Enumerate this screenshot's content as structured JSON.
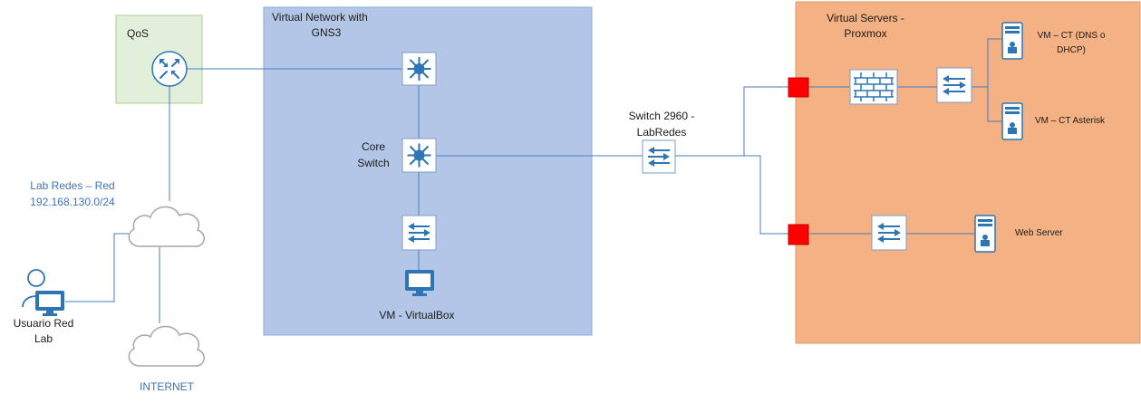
{
  "zones": {
    "qos": {
      "label": "QoS",
      "fill": "#e2efda",
      "border": "#a9d08e"
    },
    "gns3": {
      "label_line1": "Virtual Network with",
      "label_line2": "GNS3",
      "fill": "#b4c6e7",
      "border": "#8ea9db"
    },
    "proxmox": {
      "label_line1": "Virtual Servers -",
      "label_line2": "Proxmox",
      "fill": "#f4b183",
      "border": "#e29968"
    }
  },
  "labels": {
    "core_switch_line1": "Core",
    "core_switch_line2": "Switch",
    "vm_virtualbox": "VM - VirtualBox",
    "switch_2960_line1": "Switch 2960 -",
    "switch_2960_line2": "LabRedes",
    "lab_network_line1": "Lab Redes – Red",
    "lab_network_line2": "192.168.130.0/24",
    "user_line1": "Usuario Red",
    "user_line2": "Lab",
    "internet": "INTERNET",
    "vm_ct_dns_line1": "VM – CT (DNS o",
    "vm_ct_dns_line2": "DHCP)",
    "vm_ct_asterisk": "VM – CT Asterisk",
    "web_server": "Web Server"
  },
  "icons": {
    "router": "router-icon",
    "multilayer_switch": "multilayer-switch-icon",
    "switch": "switch-icon",
    "firewall": "firewall-icon",
    "server": "server-icon",
    "cloud": "cloud-icon",
    "user": "user-icon",
    "monitor": "monitor-icon",
    "port": "port-marker"
  },
  "colors": {
    "link": "#4a7cc0",
    "icon_blue": "#2e75b6",
    "port_red": "#ff0000",
    "label_blue": "#3f74b8"
  }
}
